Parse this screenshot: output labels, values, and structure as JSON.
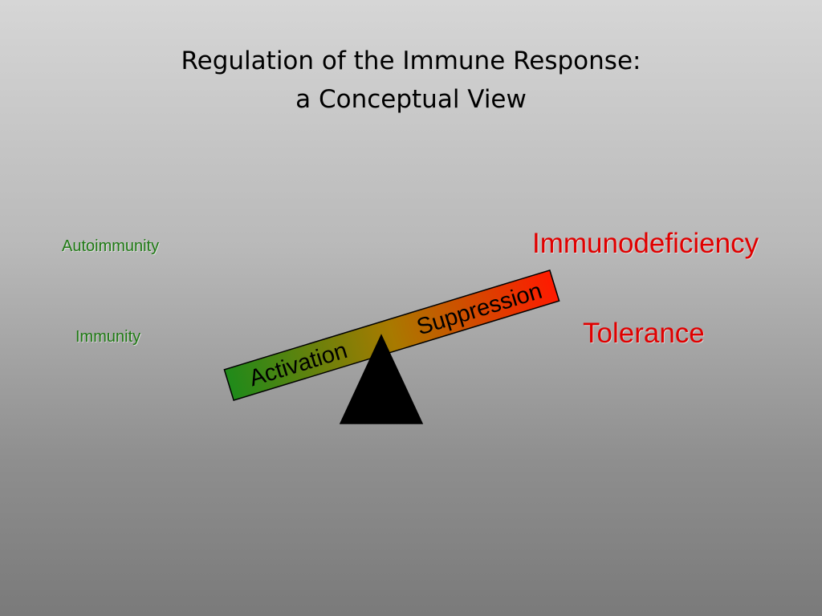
{
  "title": {
    "line1": "Regulation of the Immune Response:",
    "line2": "a Conceptual View"
  },
  "left_labels": {
    "upper": "Autoimmunity",
    "lower": "Immunity"
  },
  "right_labels": {
    "upper": "Immunodeficiency",
    "lower": "Tolerance"
  },
  "beam": {
    "left_label": "Activation",
    "right_label": "Suppression",
    "gradient_start_color": "#1f8a1a",
    "gradient_end_color": "#ff1a00"
  },
  "colors": {
    "left_labels": "#1f7a14",
    "right_labels": "#e00000",
    "fulcrum": "#000000"
  }
}
